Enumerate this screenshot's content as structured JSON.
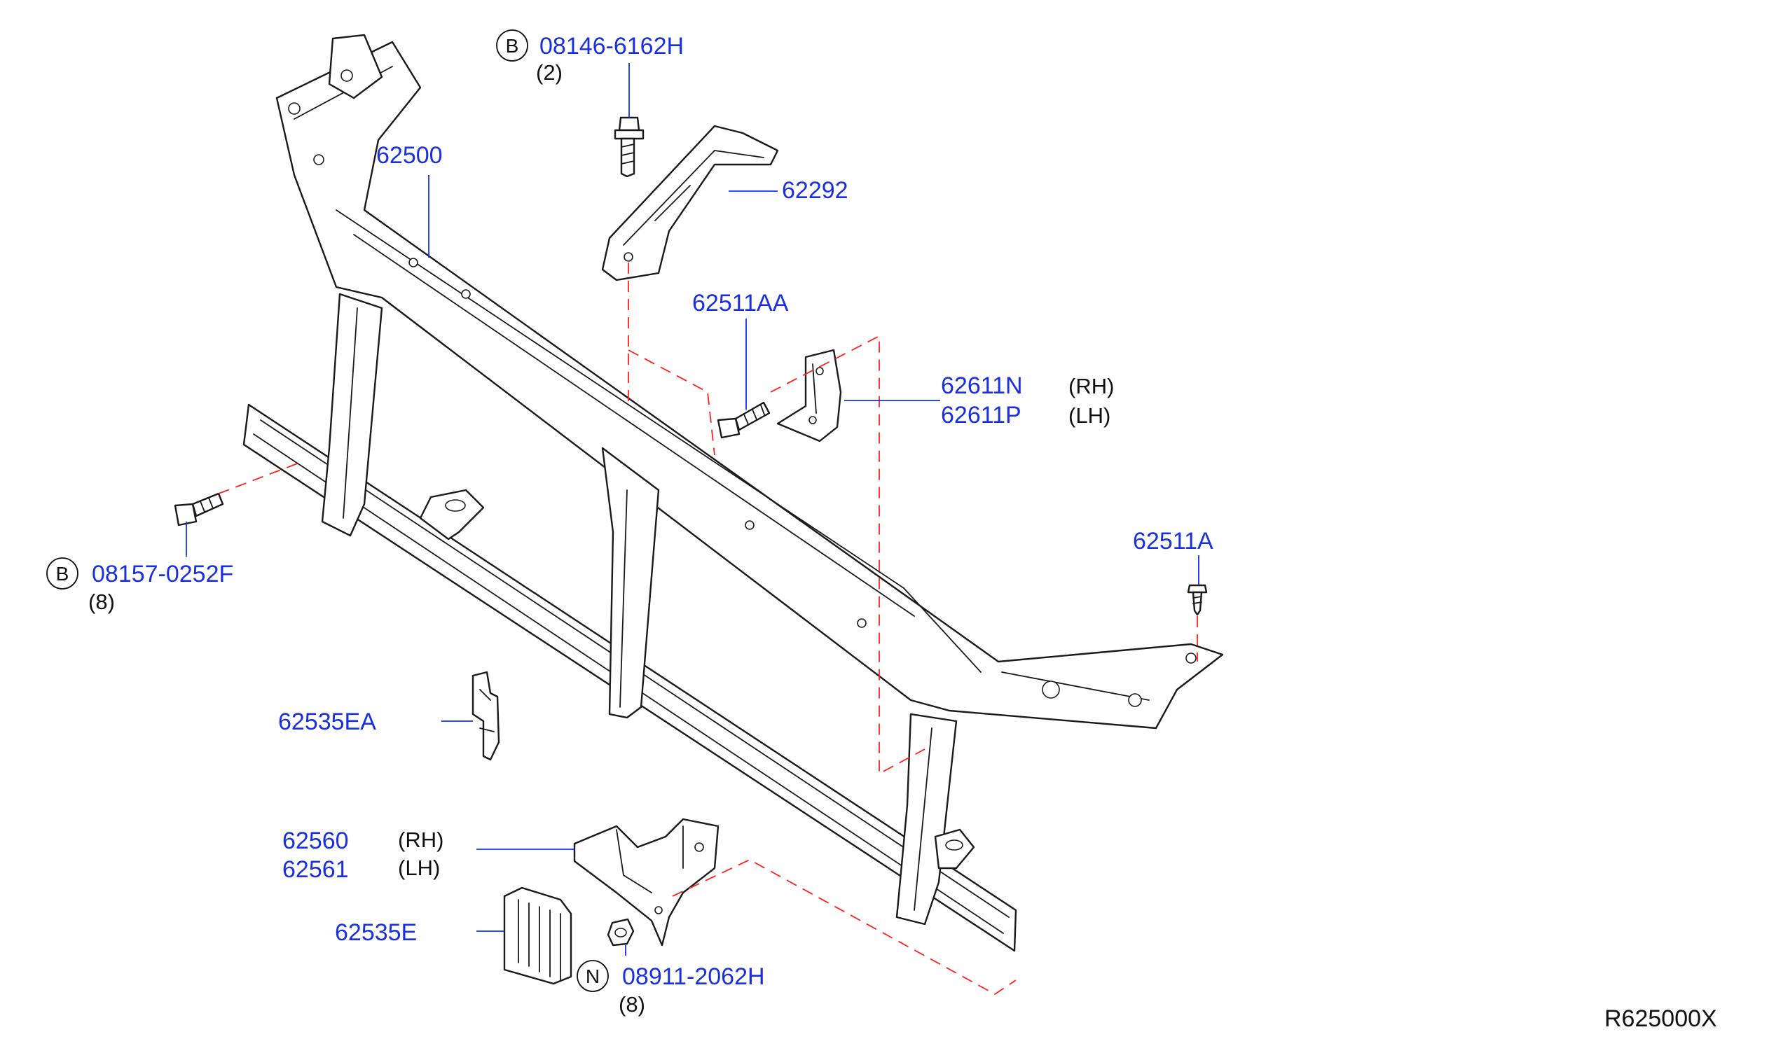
{
  "callouts": {
    "bolt_top": {
      "badge": "B",
      "part": "08146-6162H",
      "qty": "(2)"
    },
    "bolt_left": {
      "badge": "B",
      "part": "08157-0252F",
      "qty": "(8)"
    },
    "nut_bottom": {
      "badge": "N",
      "part": "08911-2062H",
      "qty": "(8)"
    }
  },
  "parts": {
    "support": "62500",
    "bracket_top": "62292",
    "screw_aa": "62511AA",
    "bracket_side_rh": "62611N",
    "bracket_side_lh": "62611P",
    "screw_a": "62511A",
    "clip": "62535EA",
    "lock_bracket_rh": "62560",
    "lock_bracket_lh": "62561",
    "guide": "62535E"
  },
  "sides": {
    "rh": "(RH)",
    "lh": "(LH)"
  },
  "diagram_ref": "R625000X"
}
